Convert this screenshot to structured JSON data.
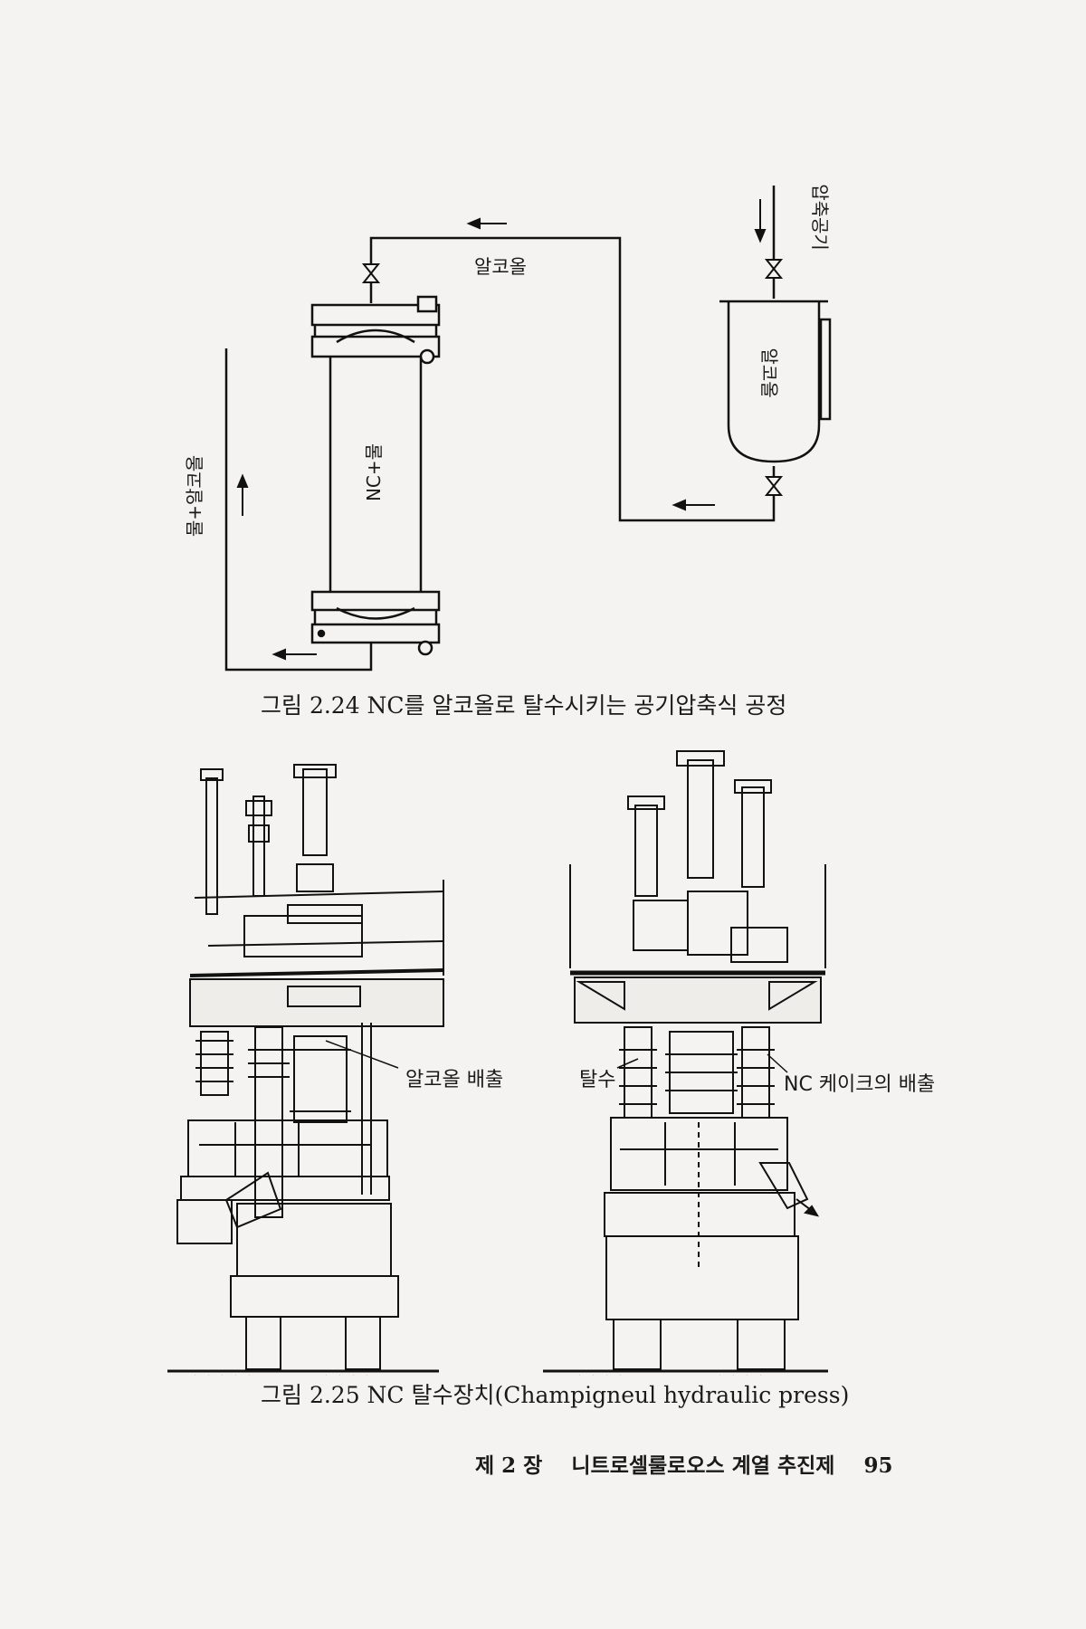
{
  "figure_1": {
    "caption": "그림 2.24  NC를 알코올로 탈수시키는 공기압축식 공정",
    "labels": {
      "alcohol_line": "알코올",
      "compressed_air": "압축공기",
      "tank_content": "알코올",
      "column_content": "NC+물",
      "outlet": "물+알코올"
    }
  },
  "figure_2": {
    "caption": "그림 2.25  NC 탈수장치(Champigneul hydraulic press)",
    "labels": {
      "alcohol_discharge": "알코올 배출",
      "dewatering": "탈수",
      "cake_discharge": "NC 케이크의 배출"
    }
  },
  "footer": {
    "chapter": "제 2 장",
    "title": "니트로셀룰로오스 계열 추진제",
    "page_number": "95"
  }
}
